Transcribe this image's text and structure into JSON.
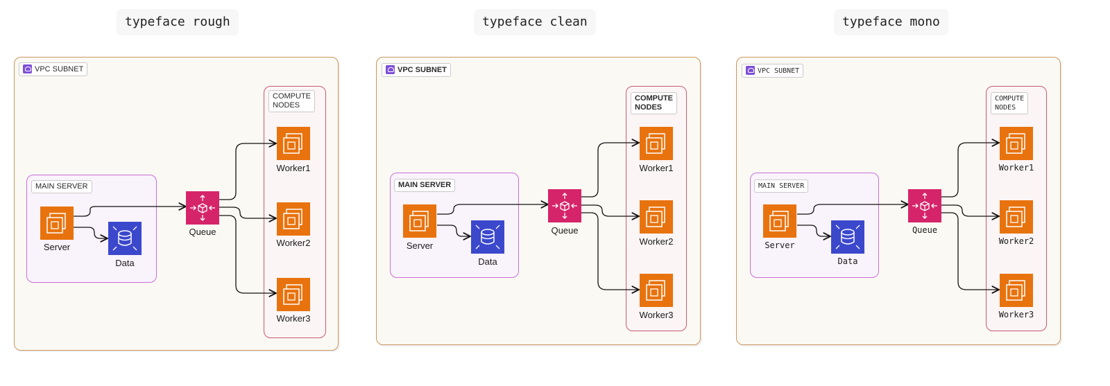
{
  "panels": [
    {
      "title": "typeface rough",
      "vpc_label": "VPC SUBNET",
      "main_server_label": "MAIN SERVER",
      "compute_label_line1": "COMPUTE",
      "compute_label_line2": "NODES",
      "nodes": {
        "server": "Server",
        "data": "Data",
        "queue": "Queue",
        "worker1": "Worker1",
        "worker2": "Worker2",
        "worker3": "Worker3"
      }
    },
    {
      "title": "typeface clean",
      "vpc_label": "VPC SUBNET",
      "main_server_label": "MAIN SERVER",
      "compute_label_line1": "COMPUTE",
      "compute_label_line2": "NODES",
      "nodes": {
        "server": "Server",
        "data": "Data",
        "queue": "Queue",
        "worker1": "Worker1",
        "worker2": "Worker2",
        "worker3": "Worker3"
      }
    },
    {
      "title": "typeface mono",
      "vpc_label": "VPC SUBNET",
      "main_server_label": "MAIN SERVER",
      "compute_label_line1": "COMPUTE",
      "compute_label_line2": "NODES",
      "nodes": {
        "server": "Server",
        "data": "Data",
        "queue": "Queue",
        "worker1": "Worker1",
        "worker2": "Worker2",
        "worker3": "Worker3"
      }
    }
  ],
  "icons": {
    "server": "compute-chip-icon",
    "data": "database-icon",
    "queue": "queue-cube-icon",
    "worker": "compute-chip-icon",
    "vpc": "vpc-cloud-icon"
  },
  "colors": {
    "vpc_border": "#c9965e",
    "main_server_border": "#c86fd6",
    "compute_border": "#c8596e",
    "compute_icon": "#e8730e",
    "database_icon": "#3b48cc",
    "queue_icon": "#d6246a"
  }
}
